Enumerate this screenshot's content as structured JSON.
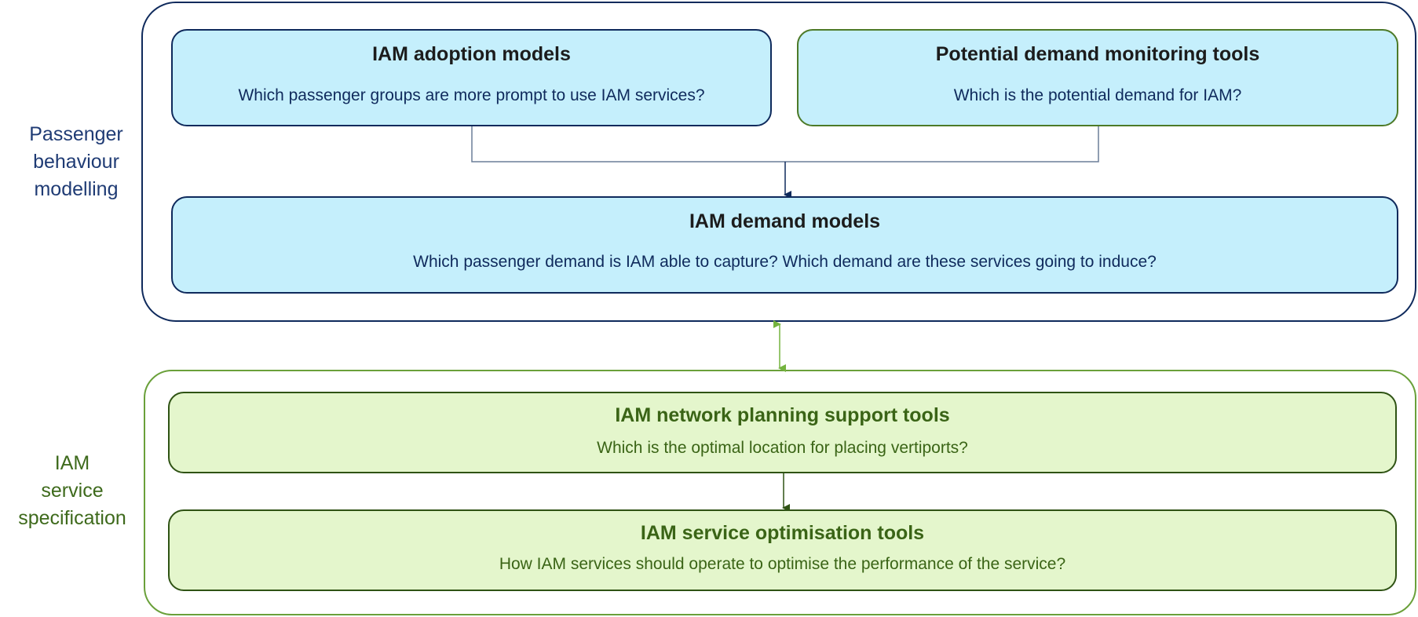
{
  "groups": {
    "behaviour": {
      "label": "Passenger\nbehaviour\nmodelling",
      "color": "#1f3b74"
    },
    "service": {
      "label": "IAM\nservice\nspecification",
      "color": "#3e6a1c"
    }
  },
  "boxes": {
    "adoption": {
      "title": "IAM adoption models",
      "question": "Which passenger groups are more prompt to use IAM services?"
    },
    "potential": {
      "title": "Potential demand monitoring tools",
      "question": "Which is the potential demand for IAM?"
    },
    "demand": {
      "title": "IAM demand models",
      "question": "Which passenger demand is IAM able to capture? Which demand are these services going to induce?"
    },
    "network": {
      "title": "IAM network planning support tools",
      "question": "Which is the optimal location for placing vertiports?"
    },
    "optimisation": {
      "title": "IAM service optimisation tools",
      "question": "How IAM services should operate to optimise the performance of the service?"
    }
  },
  "colors": {
    "blue_fill": "#c5effc",
    "blue_border": "#0f2a5c",
    "green_fill": "#e4f6cc",
    "green_border": "#2f5314",
    "green_accent": "#6aa03a"
  }
}
